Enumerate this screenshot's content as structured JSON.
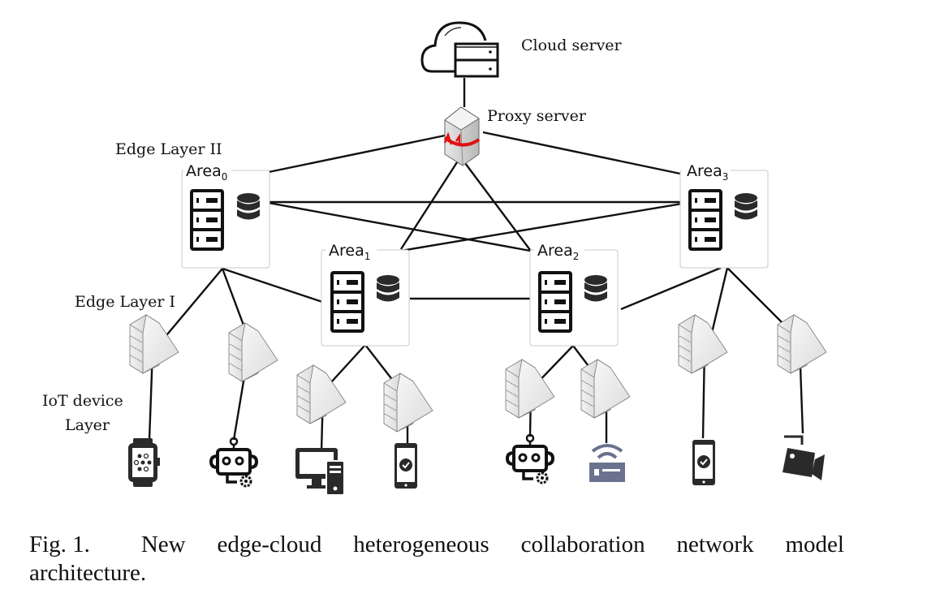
{
  "diagram": {
    "title": "New edge-cloud heterogeneous collaboration network model architecture",
    "layers": {
      "cloud": "Cloud server",
      "proxy": "Proxy server",
      "edge2": "Edge Layer II",
      "edge1": "Edge Layer I",
      "iot_line1": "IoT device",
      "iot_line2": "Layer"
    },
    "areas": [
      {
        "name": "Area",
        "sub": "0"
      },
      {
        "name": "Area",
        "sub": "1"
      },
      {
        "name": "Area",
        "sub": "2"
      },
      {
        "name": "Area",
        "sub": "3"
      }
    ],
    "iot_devices": [
      {
        "icon": "smartwatch-icon",
        "area": 0
      },
      {
        "icon": "robot-gear-icon",
        "area": 0
      },
      {
        "icon": "desktop-computer-icon",
        "area": 1
      },
      {
        "icon": "smartphone-check-icon",
        "area": 1
      },
      {
        "icon": "robot-gear-icon",
        "area": 2
      },
      {
        "icon": "wifi-router-icon",
        "area": 2
      },
      {
        "icon": "smartphone-check-icon",
        "area": 3
      },
      {
        "icon": "security-camera-icon",
        "area": 3
      }
    ],
    "colors": {
      "line": "#111111",
      "proxy_arrow": "#e01010",
      "router": "#6a7290",
      "server_gray": "#d8d8d8"
    }
  },
  "caption": {
    "figure_number": "Fig. 1.",
    "words": [
      "New",
      "edge-cloud",
      "heterogeneous",
      "collaboration",
      "network",
      "model"
    ],
    "line2": "architecture."
  }
}
